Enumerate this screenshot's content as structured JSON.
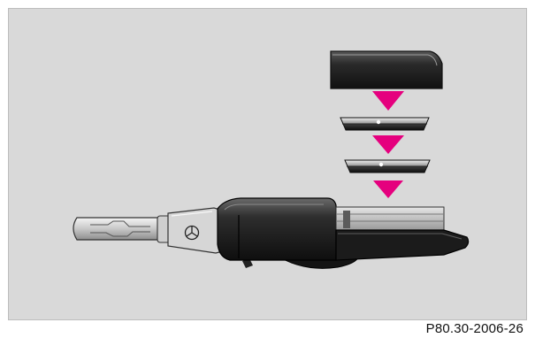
{
  "figure": {
    "code": "P80.30-2006-26",
    "background_color": "#d9d9d9",
    "arrow_color": "#e5007e",
    "arrow_direction": "down",
    "arrow_count": 3
  },
  "parts": {
    "battery_cover": {
      "icon": "battery-compartment-cover"
    },
    "batteries": [
      {
        "icon": "coin-cell-battery"
      },
      {
        "icon": "coin-cell-battery"
      }
    ],
    "key": {
      "icon": "car-key-with-remote",
      "emblem": "three-pointed-star"
    }
  }
}
